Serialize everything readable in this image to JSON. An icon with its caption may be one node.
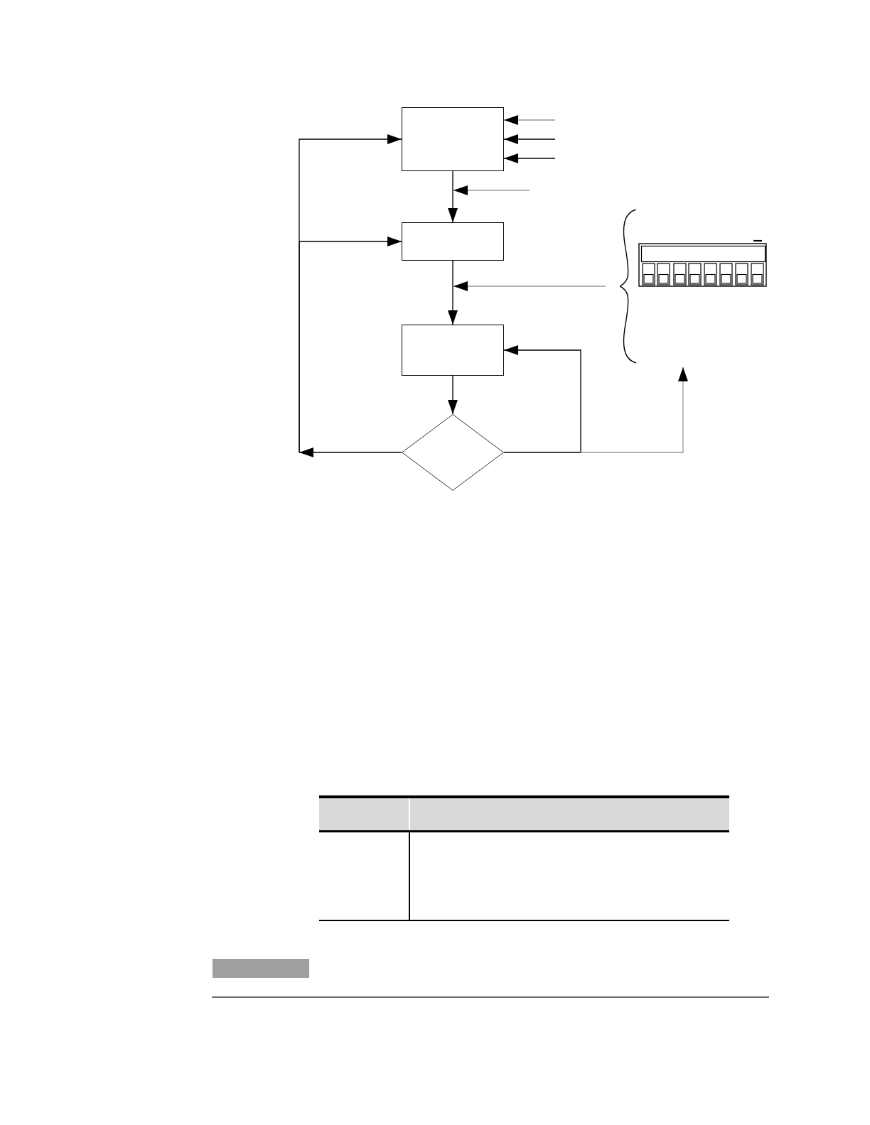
{
  "diagram": {
    "nodes": [
      {
        "text": [],
        "shape": "box"
      },
      {
        "text": [],
        "shape": "box"
      },
      {
        "text": [],
        "shape": "box"
      },
      {
        "text": [],
        "shape": "diamond"
      },
      {
        "text": [],
        "shape": "picture"
      },
      {
        "text": [],
        "shape": "bar"
      }
    ],
    "edges": [
      {
        "from": null,
        "to": 0,
        "arrow": "to",
        "color": "#999999"
      },
      {
        "from": null,
        "to": 0,
        "arrow": "to"
      },
      {
        "from": null,
        "to": 0,
        "arrow": "to"
      },
      {
        "from": 0,
        "to": 1,
        "arrow": "to"
      },
      {
        "from": 1,
        "to": 2,
        "arrow": "to"
      },
      {
        "from": 2,
        "to": 3,
        "arrow": "to"
      },
      {
        "from": 3,
        "to": 0,
        "arrow": "to"
      },
      {
        "from": 3,
        "to": 1,
        "arrow": "to"
      },
      {
        "from": 3,
        "to": 2,
        "arrow": "to"
      },
      {
        "from": 3,
        "to": 4,
        "arrow": "to",
        "color": "#999999"
      }
    ]
  }
}
